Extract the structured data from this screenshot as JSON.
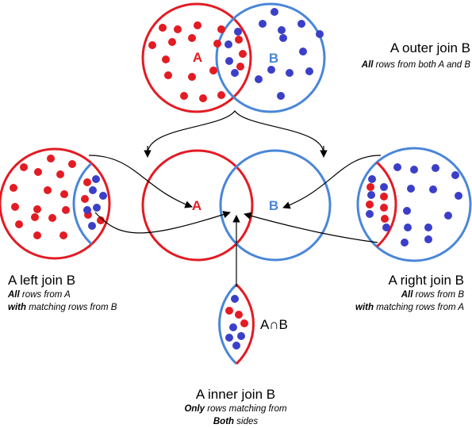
{
  "colors": {
    "a": "#e31b23",
    "b": "#4a86d8",
    "dot_a": "#e31b23",
    "dot_b": "#3b3fc8",
    "arrow": "#000000"
  },
  "center": {
    "label_a": "A",
    "label_b": "B",
    "intersection": "A∩B"
  },
  "outer": {
    "set_a": "A",
    "set_b": "B",
    "title": "A outer join B",
    "sub_bold": "All",
    "sub_rest": " rows from both A and B"
  },
  "left": {
    "title": "A left join B",
    "line1_bold": "All",
    "line1_rest": " rows from A",
    "line2_bold": "with",
    "line2_rest": " matching rows from B"
  },
  "right": {
    "title": "A right join B",
    "line1_bold": "All",
    "line1_rest": " rows from B",
    "line2_bold": "with",
    "line2_rest": " matching rows from A"
  },
  "inner": {
    "title": "A inner join B",
    "line1_bold": "Only",
    "line1_rest": " rows matching from",
    "line2_bold": "Both",
    "line2_rest": " sides"
  }
}
